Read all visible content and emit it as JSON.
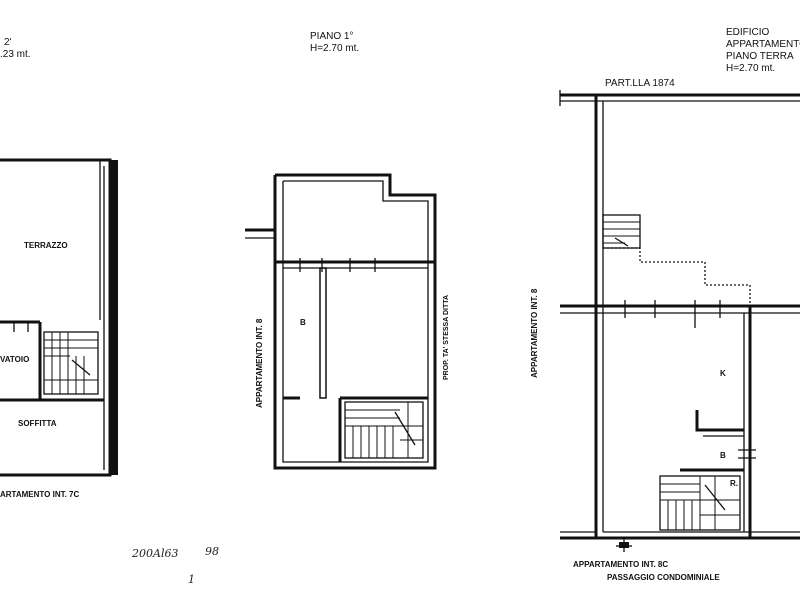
{
  "left_plan": {
    "header_line1": "2'",
    "header_line2": ".23 mt.",
    "room_terrazzo": "TERRAZZO",
    "room_vatoio": "VATOIO",
    "room_soffitta": "SOFFITTA",
    "caption": "ARTAMENTO INT. 7C"
  },
  "middle_plan": {
    "header_line1": "PIANO 1°",
    "header_line2": "H=2.70 mt.",
    "room_b": "B",
    "side_label": "APPARTAMENTO INT. 8",
    "right_side_label": "PROP. TA' STESSA DITTA"
  },
  "right_plan": {
    "header_line1": "EDIFICIO",
    "header_line2": "APPARTAMENTO",
    "header_line3": "PIANO TERRA",
    "header_line4": "H=2.70 mt.",
    "parcel": "PART.LLA 1874",
    "room_k": "K",
    "room_b": "B",
    "room_r": "R.",
    "side_label": "APPARTAMENTO INT. 8",
    "caption_line1": "APPARTAMENTO INT. 8C",
    "caption_line2": "PASSAGGIO CONDOMINIALE"
  },
  "handwriting": {
    "code": "200Al63",
    "number": "98",
    "page": "1"
  }
}
